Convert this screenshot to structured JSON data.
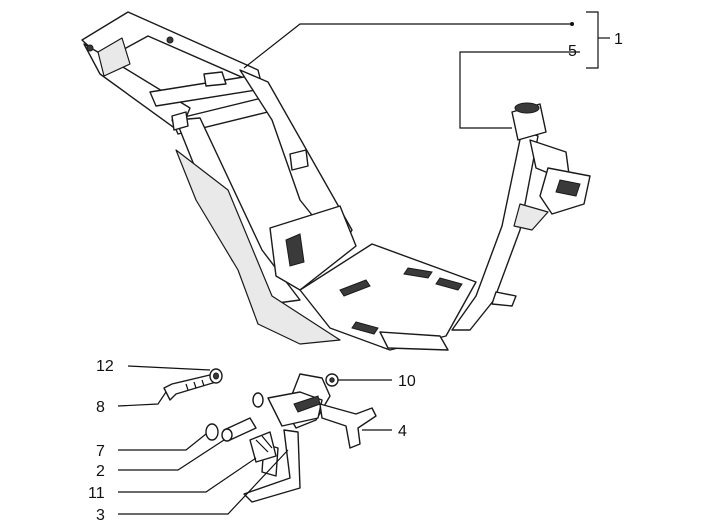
{
  "callouts": [
    {
      "id": "1",
      "label": "1"
    },
    {
      "id": "5",
      "label": "5"
    },
    {
      "id": "12",
      "label": "12"
    },
    {
      "id": "8",
      "label": "8"
    },
    {
      "id": "10",
      "label": "10"
    },
    {
      "id": "4",
      "label": "4"
    },
    {
      "id": "7",
      "label": "7"
    },
    {
      "id": "2",
      "label": "2"
    },
    {
      "id": "11",
      "label": "11"
    },
    {
      "id": "3",
      "label": "3"
    }
  ],
  "icons": {
    "frame": "scooter-frame-drawing",
    "stand": "center-stand-drawing",
    "bolt": "bolt-drawing",
    "washer": "washer-drawing",
    "bushing": "bushing-drawing"
  },
  "colors": {
    "line": "#111111",
    "background": "#ffffff"
  }
}
